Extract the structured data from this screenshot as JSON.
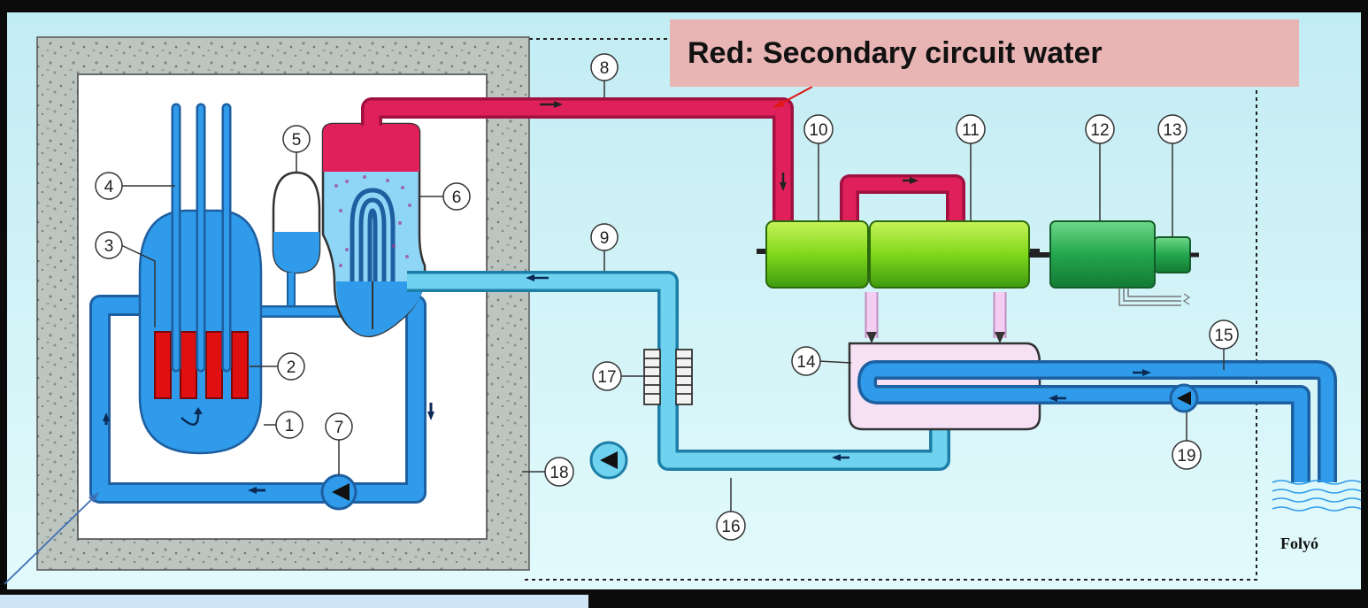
{
  "callout": {
    "text": "Red: Secondary circuit water"
  },
  "labels": [
    "1",
    "2",
    "3",
    "4",
    "5",
    "6",
    "7",
    "8",
    "9",
    "10",
    "11",
    "12",
    "13",
    "14",
    "15",
    "16",
    "17",
    "18",
    "19"
  ],
  "river_label": "Folyó",
  "colors": {
    "background": "#ccf0f6",
    "concrete": "#b9c2bd",
    "primary_water": "#2f9bea",
    "secondary_feed": "#6fd2ee",
    "steam": "#e0205a",
    "fuel": "#e01010",
    "turbine": "#8ce020",
    "generator": "#2db45a",
    "condenser": "#f0d8ee",
    "callout_bg": "#e8b4b4"
  }
}
